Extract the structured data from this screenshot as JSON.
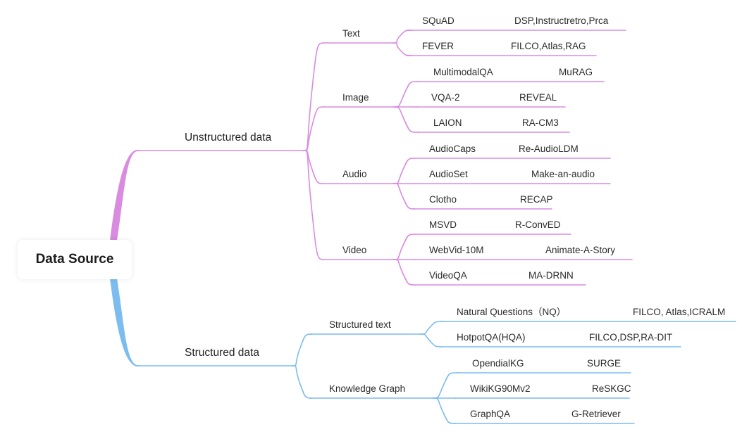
{
  "colors": {
    "unstructured": "#d98be0",
    "structured": "#7cbcef"
  },
  "root": {
    "label": "Data Source"
  },
  "branches": [
    {
      "label": "Unstructured data",
      "groups": [
        {
          "label": "Text",
          "items": [
            {
              "dataset": "SQuAD",
              "methods": "DSP,Instructretro,Prca"
            },
            {
              "dataset": "FEVER",
              "methods": "FILCO,Atlas,RAG"
            }
          ]
        },
        {
          "label": "Image",
          "items": [
            {
              "dataset": "MultimodalQA",
              "methods": "MuRAG"
            },
            {
              "dataset": "VQA-2",
              "methods": "REVEAL"
            },
            {
              "dataset": "LAION",
              "methods": "RA-CM3"
            }
          ]
        },
        {
          "label": "Audio",
          "items": [
            {
              "dataset": "AudioCaps",
              "methods": "Re-AudioLDM"
            },
            {
              "dataset": "AudioSet",
              "methods": "Make-an-audio"
            },
            {
              "dataset": "Clotho",
              "methods": "RECAP"
            }
          ]
        },
        {
          "label": "Video",
          "items": [
            {
              "dataset": "MSVD",
              "methods": "R-ConvED"
            },
            {
              "dataset": "WebVid-10M",
              "methods": "Animate-A-Story"
            },
            {
              "dataset": "VideoQA",
              "methods": "MA-DRNN"
            }
          ]
        }
      ]
    },
    {
      "label": "Structured data",
      "groups": [
        {
          "label": "Structured text",
          "items": [
            {
              "dataset": "Natural Questions（NQ）",
              "methods": "FILCO, Atlas,ICRALM"
            },
            {
              "dataset": "HotpotQA(HQA)",
              "methods": "FILCO,DSP,RA-DIT"
            }
          ]
        },
        {
          "label": "Knowledge Graph",
          "items": [
            {
              "dataset": "OpendialKG",
              "methods": "SURGE"
            },
            {
              "dataset": "WikiKG90Mv2",
              "methods": "ReSKGC"
            },
            {
              "dataset": "GraphQA",
              "methods": "G-Retriever"
            }
          ]
        }
      ]
    }
  ]
}
